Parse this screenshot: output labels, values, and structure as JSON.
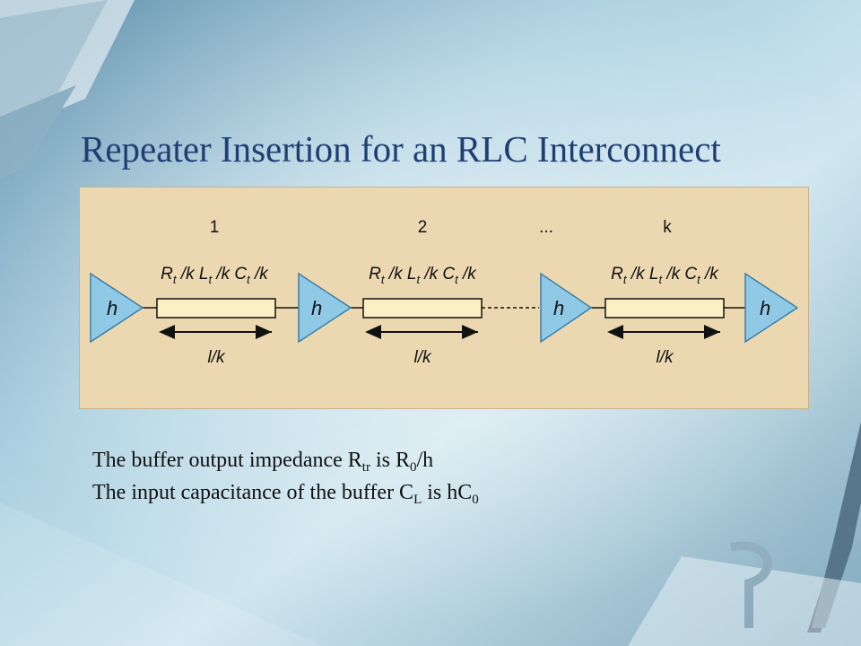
{
  "slide": {
    "title": "Repeater Insertion for an RLC Interconnect"
  },
  "diagram": {
    "segment_numbers": [
      "1",
      "2",
      "...",
      "k"
    ],
    "segment_label_parts": [
      "R",
      "t",
      " /k L",
      "t",
      " /k C",
      "t",
      " /k"
    ],
    "length_label": "l/k",
    "buffer_label": "h",
    "colors": {
      "panel": "#ecd8b0",
      "buffer_fill": "#8fc9e6",
      "wire_fill": "#fbf0c4"
    }
  },
  "notes": {
    "line1": {
      "pre": "The buffer output impedance R",
      "sub1": "tr",
      "mid": " is R",
      "sub2": "0",
      "post": "/h"
    },
    "line2": {
      "pre": "The input capacitance of the buffer C",
      "sub1": "L",
      "mid": " is hC",
      "sub2": "0"
    }
  }
}
